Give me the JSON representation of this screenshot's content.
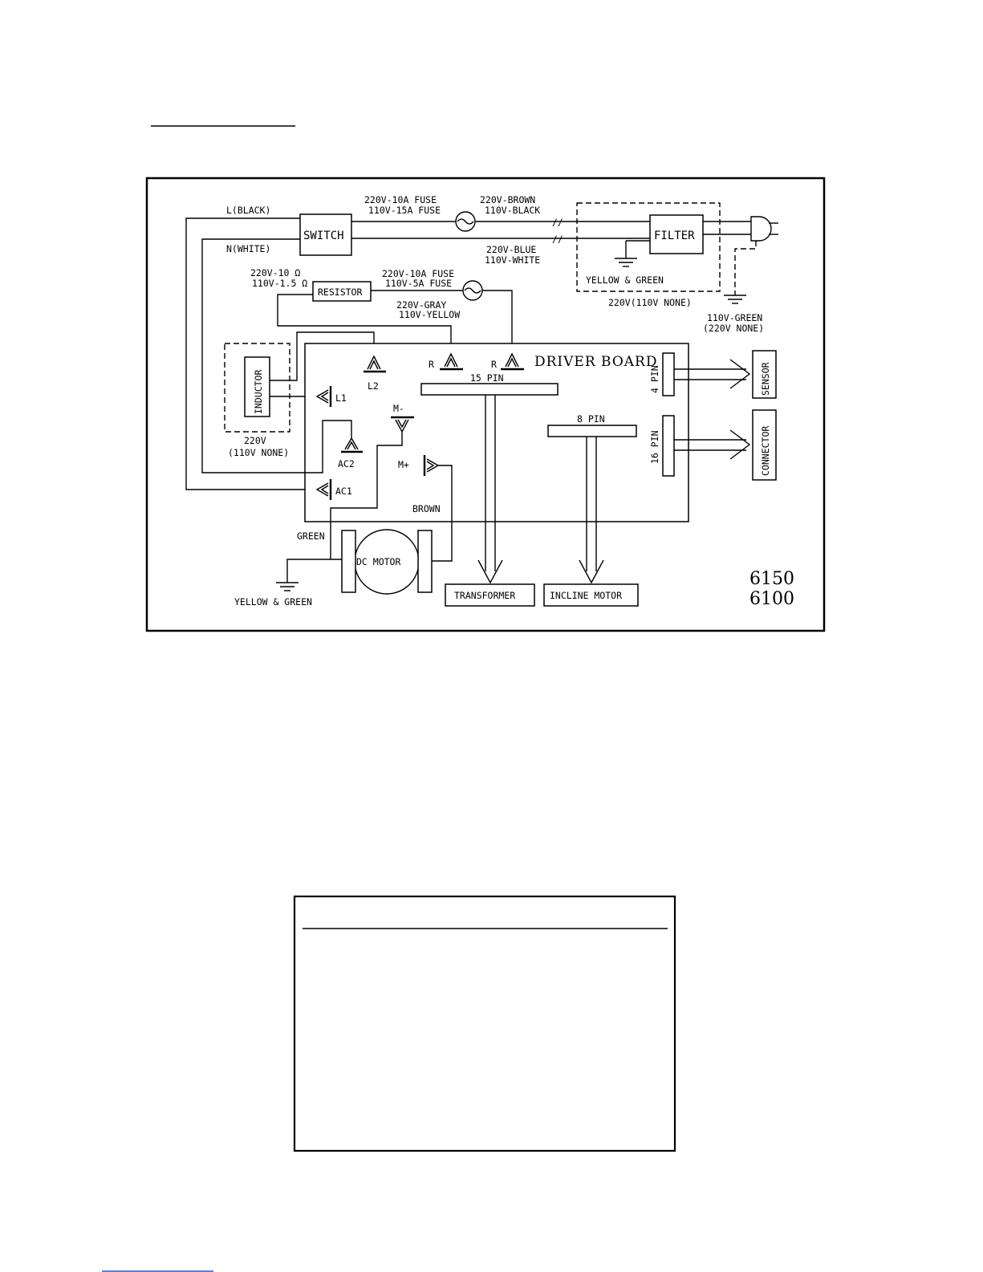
{
  "wiring": {
    "line_black": "L(BLACK)",
    "neutral_white": "N(WHITE)",
    "switch": "SWITCH",
    "fuse_main_220": "220V-10A FUSE",
    "fuse_main_110": "110V-15A FUSE",
    "wire_220_brown": "220V-BROWN",
    "wire_110_black": "110V-BLACK",
    "wire_220_blue": "220V-BLUE",
    "wire_110_white": "110V-WHITE",
    "filter": "FILTER",
    "filter_ground": "YELLOW & GREEN",
    "filter_note": "220V(110V NONE)",
    "ground_110_green": "110V-GREEN",
    "ground_220_none": "(220V NONE)",
    "resistor_220": "220V-10 Ω",
    "resistor_110": "110V-1.5 Ω",
    "resistor": "RESISTOR",
    "fuse_res_220": "220V-10A FUSE",
    "fuse_res_110": "110V-5A FUSE",
    "wire_220_gray": "220V-GRAY",
    "wire_110_yellow": "110V-YELLOW",
    "inductor": "INDUCTOR",
    "inductor_note_220": "220V",
    "inductor_note_110": "(110V NONE)",
    "driver_board": "DRIVER BOARD",
    "term_r1": "R",
    "term_r2": "R",
    "term_l2": "L2",
    "term_l1": "L1",
    "term_ac2": "AC2",
    "term_ac1": "AC1",
    "term_m_minus": "M-",
    "term_m_plus": "M+",
    "pin15": "15 PIN",
    "pin8": "8 PIN",
    "pin4": "4 PIN",
    "pin16": "16 PIN",
    "sensor": "SENSOR",
    "connector": "CONNECTOR",
    "brown": "BROWN",
    "green": "GREEN",
    "dc_motor": "DC MOTOR",
    "motor_ground": "YELLOW & GREEN",
    "transformer": "TRANSFORMER",
    "incline_motor": "INCLINE MOTOR",
    "model_1": "6150",
    "model_2": "6100"
  }
}
